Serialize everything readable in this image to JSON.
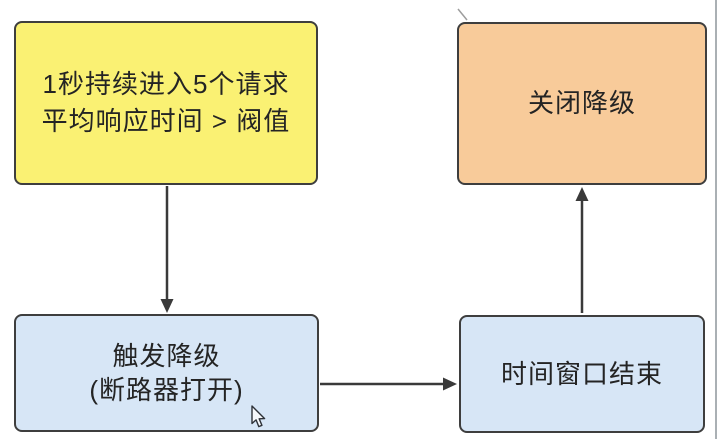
{
  "diagram": {
    "title": "circuit-breaker-degrade-flow",
    "nodes": [
      {
        "id": "condition",
        "lines": [
          "1秒持续进入5个请求",
          "平均响应时间 > 阀值"
        ],
        "fill": "#faf173",
        "shape": "rounded-rect"
      },
      {
        "id": "close-degrade",
        "lines": [
          "关闭降级"
        ],
        "fill": "#f8cb9a",
        "shape": "rounded-rect"
      },
      {
        "id": "trigger-degrade",
        "lines": [
          "触发降级",
          "(断路器打开)"
        ],
        "fill": "#d7e6f6",
        "shape": "rounded-rect"
      },
      {
        "id": "time-window",
        "lines": [
          "时间窗口结束"
        ],
        "fill": "#d7e6f6",
        "shape": "rounded-rect"
      }
    ],
    "edges": [
      {
        "from": "condition",
        "to": "trigger-degrade",
        "direction": "down"
      },
      {
        "from": "trigger-degrade",
        "to": "time-window",
        "direction": "right"
      },
      {
        "from": "time-window",
        "to": "close-degrade",
        "direction": "up"
      }
    ]
  },
  "colors": {
    "node_border": "#3e3e3e",
    "connector": "#3a3a3a",
    "text": "#242424",
    "background": "#ffffff",
    "yellow_node": "#faf173",
    "orange_node": "#f8cb9a",
    "blue_node": "#d7e6f6",
    "right_divider": "#aab0b4"
  },
  "cursor": {
    "type": "arrow-pointer",
    "visible": true
  }
}
